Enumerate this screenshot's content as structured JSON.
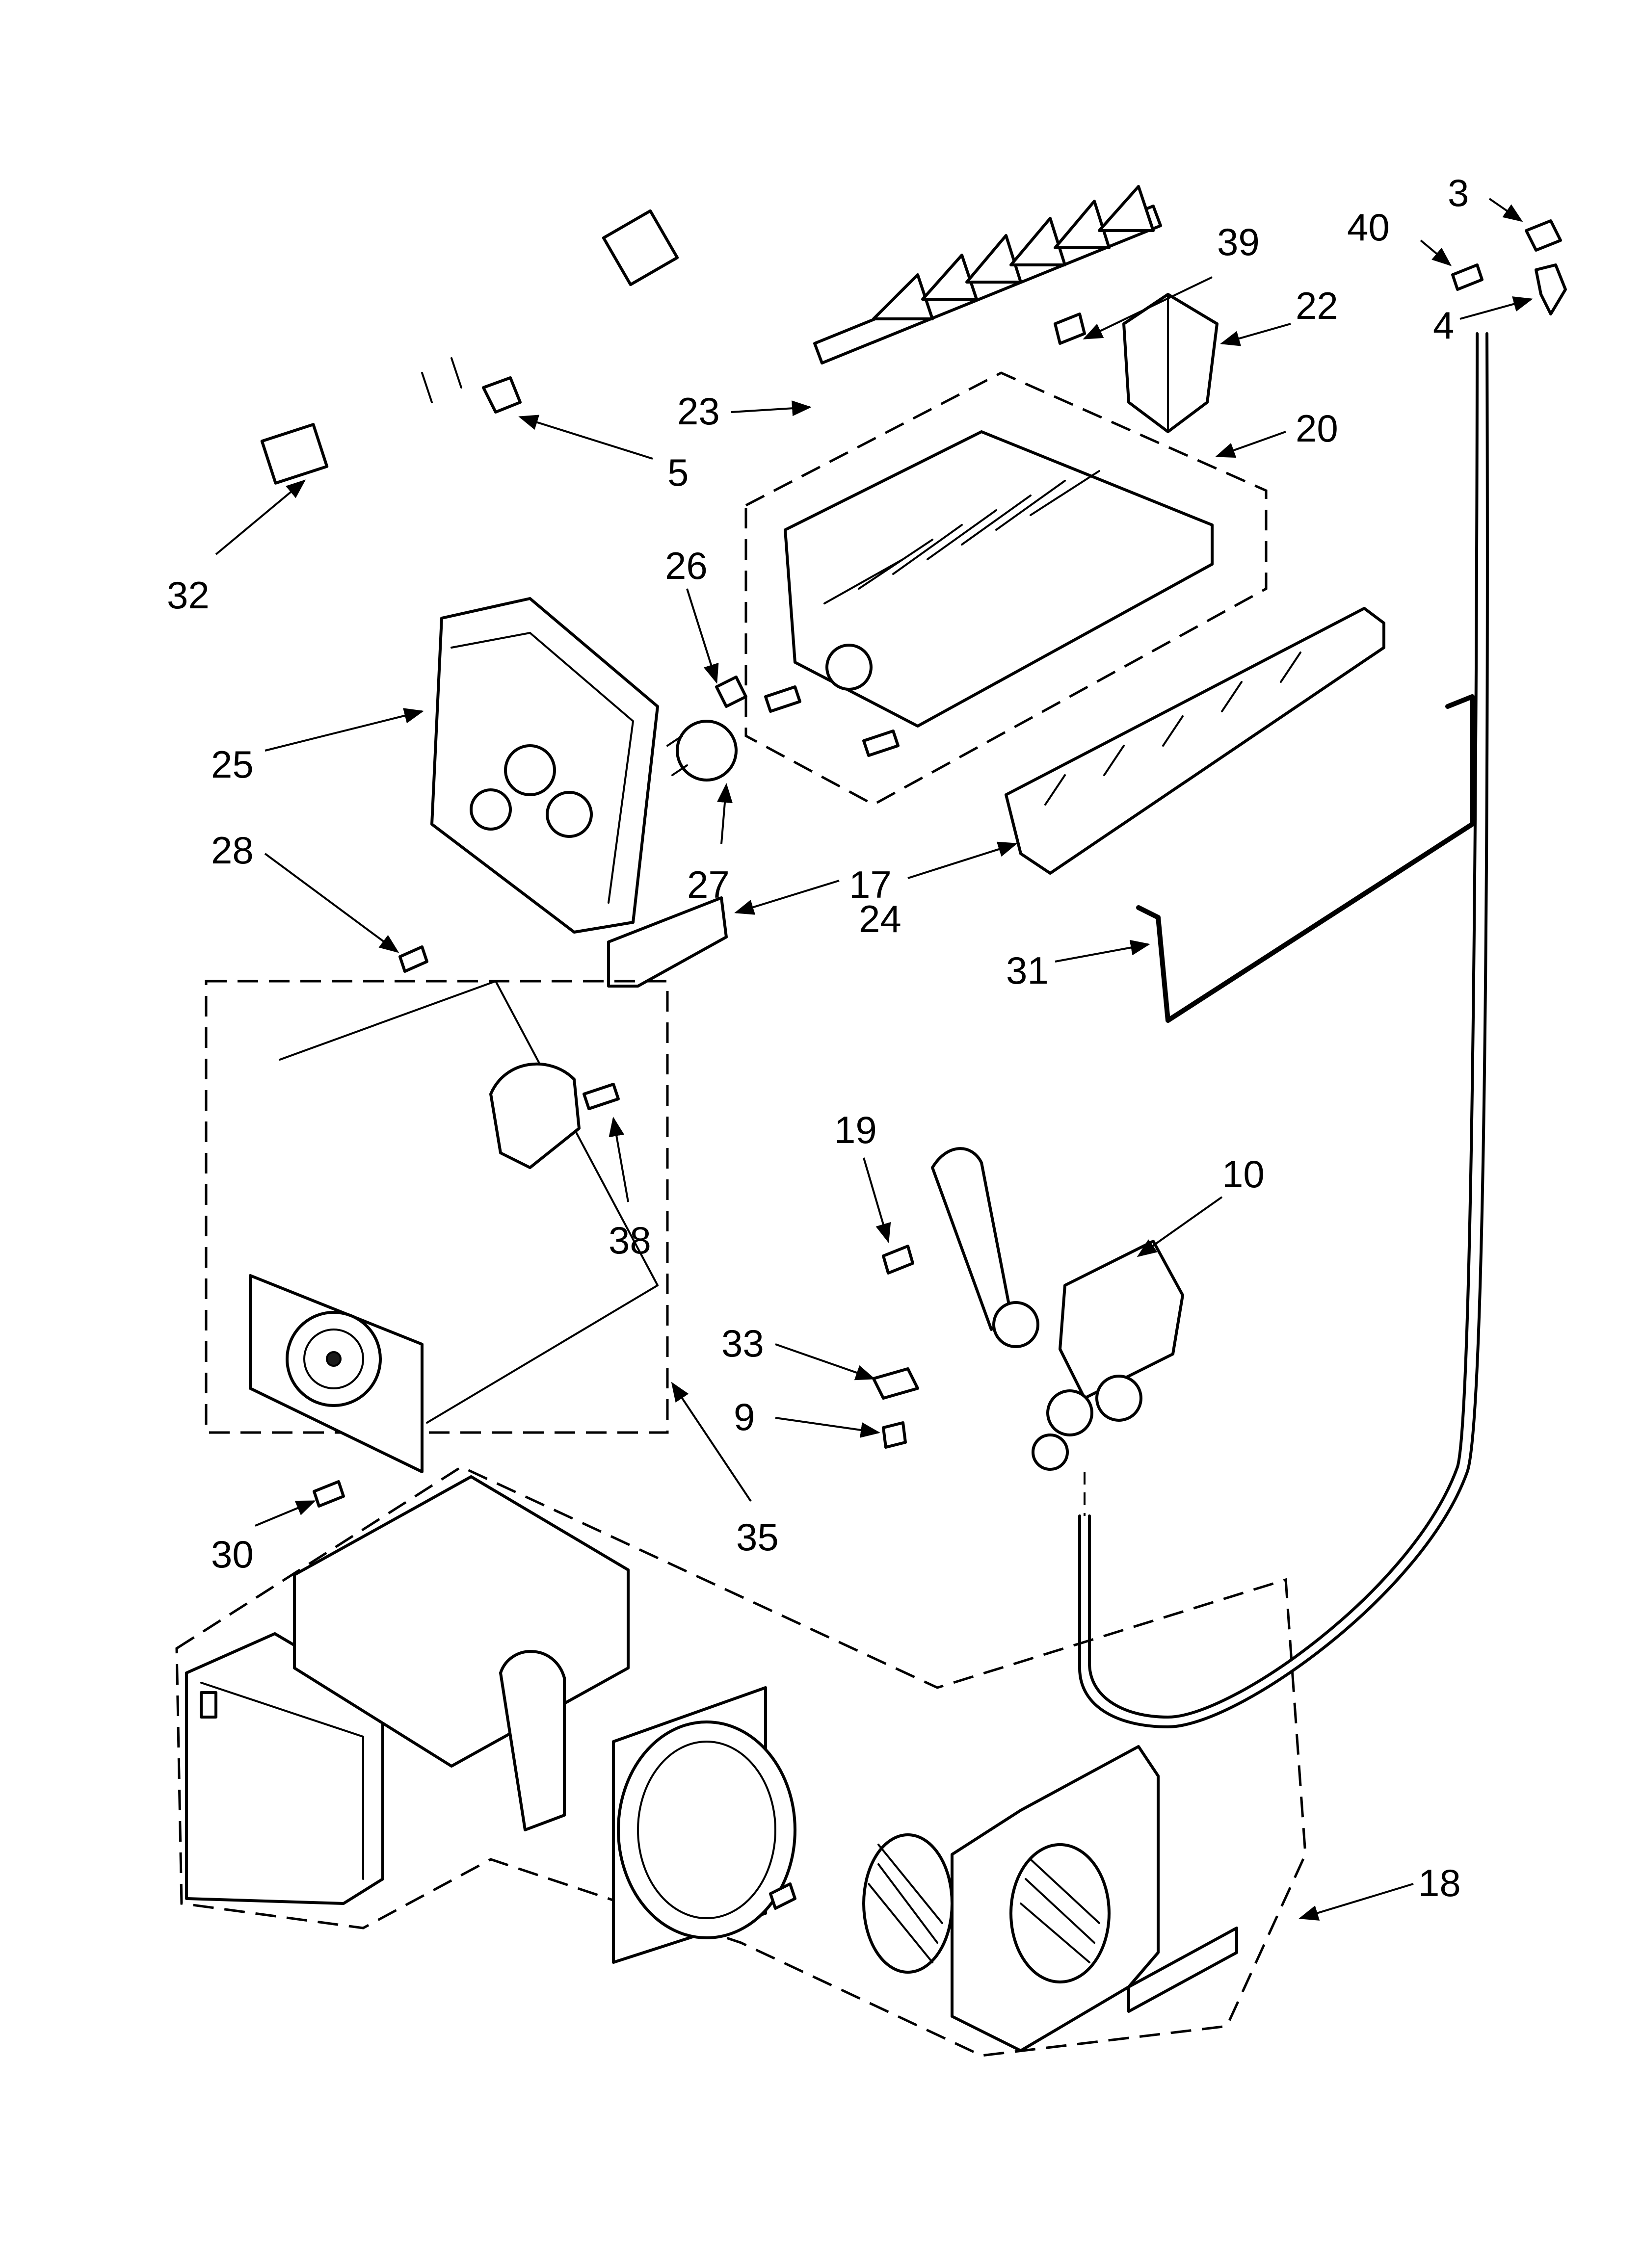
{
  "callouts": [
    "3",
    "40",
    "4",
    "39",
    "22",
    "23",
    "20",
    "5",
    "32",
    "26",
    "25",
    "27",
    "28",
    "17",
    "24",
    "31",
    "38",
    "19",
    "10",
    "33",
    "9",
    "30",
    "35",
    "18"
  ],
  "colors": {
    "line": "#000000",
    "background": "#ffffff"
  }
}
